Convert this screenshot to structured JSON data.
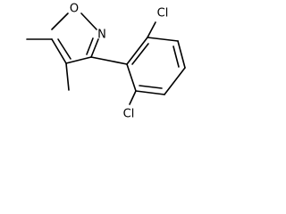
{
  "structure": {
    "atoms": {
      "oxygen": "O",
      "nitrogen": "N",
      "chlorine_top": "Cl",
      "chlorine_bottom": "Cl"
    },
    "colors": {
      "bond": "#000000",
      "label": "#000000",
      "background": "#ffffff"
    }
  }
}
